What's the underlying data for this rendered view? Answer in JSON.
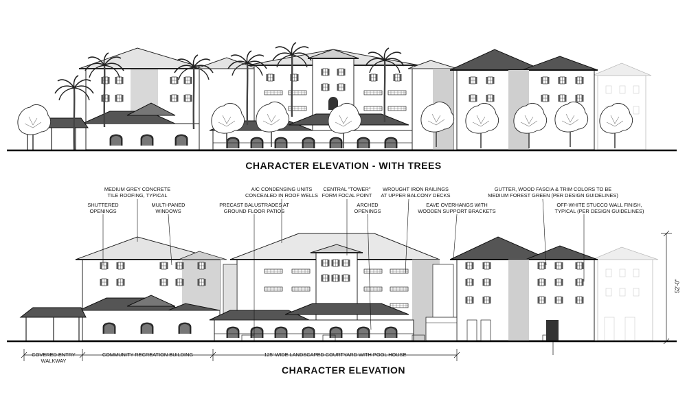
{
  "titles": {
    "top": "CHARACTER ELEVATION - WITH TREES",
    "bottom": "CHARACTER ELEVATION"
  },
  "callouts": [
    {
      "id": "roofing",
      "text": "MEDIUM GREY CONCRETE\nTILE ROOFING, TYPICAL"
    },
    {
      "id": "shuttered",
      "text": "SHUTTERED\nOPENINGS"
    },
    {
      "id": "multipaned",
      "text": "MULTI-PANED\nWINDOWS"
    },
    {
      "id": "ac",
      "text": "A/C CONDENSING UNITS\nCONCEALED IN ROOF WELLS"
    },
    {
      "id": "balustrades",
      "text": "PRECAST BALUSTRADES AT\nGROUND FLOOR PATIOS"
    },
    {
      "id": "tower",
      "text": "CENTRAL \"TOWER\"\nFORM FOCAL POINT"
    },
    {
      "id": "arched",
      "text": "ARCHED\nOPENINGS"
    },
    {
      "id": "railings",
      "text": "WROUGHT IRON RAILINGS\nAT UPPER BALCONY DECKS"
    },
    {
      "id": "eave",
      "text": "EAVE OVERHANGS WITH\nWOODEN SUPPORT BRACKETS"
    },
    {
      "id": "gutter",
      "text": "GUTTER, WOOD FASCIA & TRIM COLORS TO BE\nMEDIUM FOREST GREEN (PER DESIGN GUIDELINES)"
    },
    {
      "id": "stucco",
      "text": "OFF-WHITE STUCCO WALL FINISH,\nTYPICAL (PER DESIGN GUIDELINES)"
    }
  ],
  "dimensions": {
    "walkway": "COVERED ENTRY\nWALKWAY",
    "recreation": "COMMUNITY RECREATION BUILDING",
    "courtyard": "125' WIDE LANDSCAPED COURTYARD WITH POOL HOUSE",
    "height": "52'-0\""
  }
}
